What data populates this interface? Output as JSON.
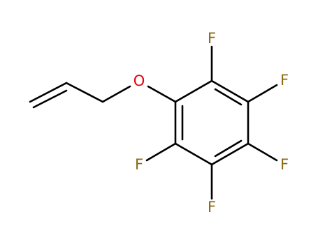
{
  "molecule": {
    "colors": {
      "bond": "#000000",
      "fluorine": "#8b6914",
      "oxygen": "#e8000b",
      "background": "#ffffff"
    },
    "atoms": {
      "oxygen": "O",
      "fluorine_top": "F",
      "fluorine_upper_right": "F",
      "fluorine_lower_right": "F",
      "fluorine_bottom": "F",
      "fluorine_left": "F"
    }
  }
}
